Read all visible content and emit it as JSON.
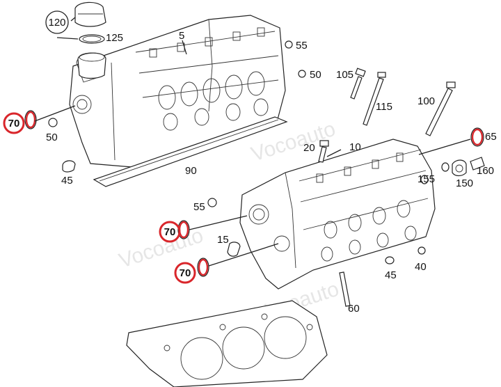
{
  "callouts": {
    "p5": "5",
    "p10": "10",
    "p15": "15",
    "p20": "20",
    "p40": "40",
    "p45a": "45",
    "p45b": "45",
    "p50a": "50",
    "p50b": "50",
    "p55a": "55",
    "p55b": "55",
    "p60": "60",
    "p65": "65",
    "p70a": "70",
    "p70b": "70",
    "p70c": "70",
    "p90": "90",
    "p100": "100",
    "p105": "105",
    "p115": "115",
    "p120": "120",
    "p125": "125",
    "p150": "150",
    "p155": "155",
    "p160": "160"
  },
  "watermarks": [
    "Vocoauto",
    "Vocoauto",
    "Vocoauto"
  ],
  "highlight_color": "#d9262b"
}
